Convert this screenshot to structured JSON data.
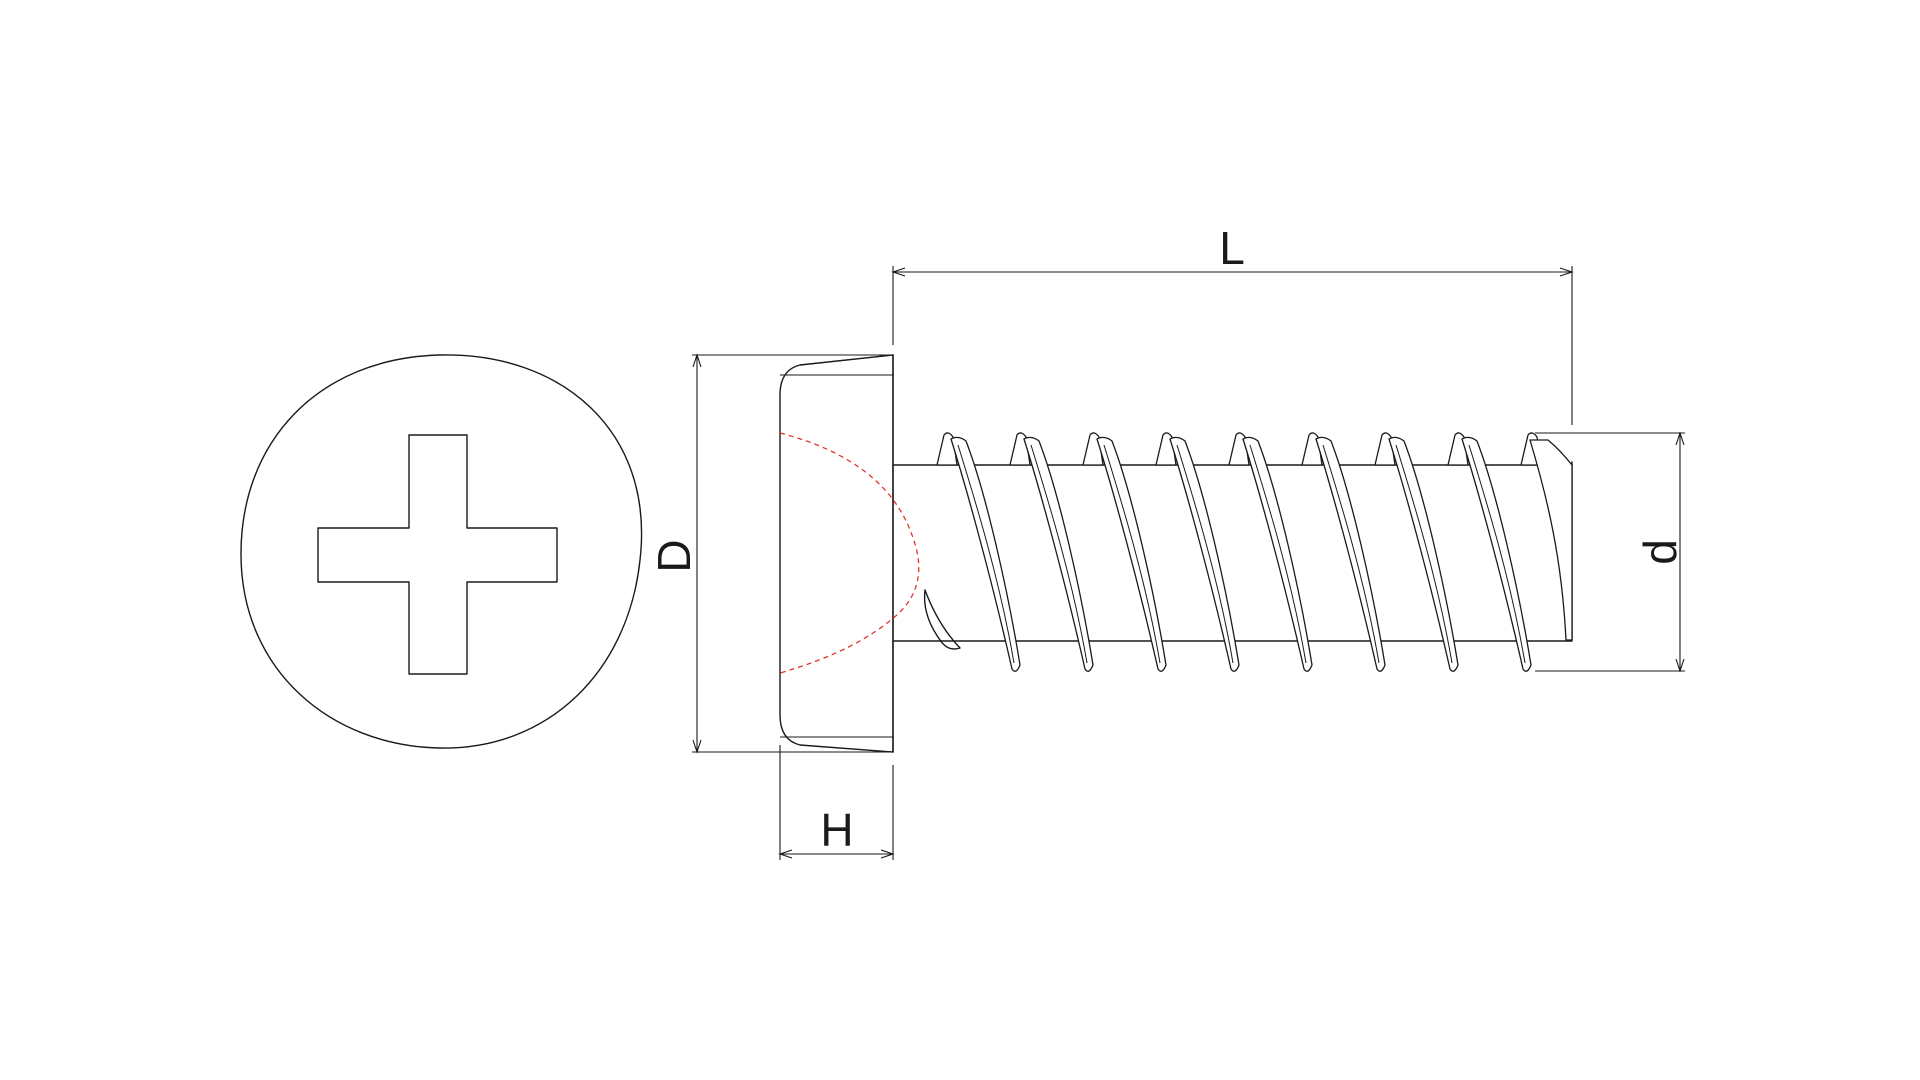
{
  "dimensions": {
    "length_label": "L",
    "head_diameter_label": "D",
    "head_height_label": "H",
    "thread_diameter_label": "d"
  },
  "colors": {
    "line": "#1a1a1a",
    "hidden_line": "#e5332a",
    "background": "#ffffff"
  },
  "head_drive": "phillips-cross",
  "thread_turns": 9
}
